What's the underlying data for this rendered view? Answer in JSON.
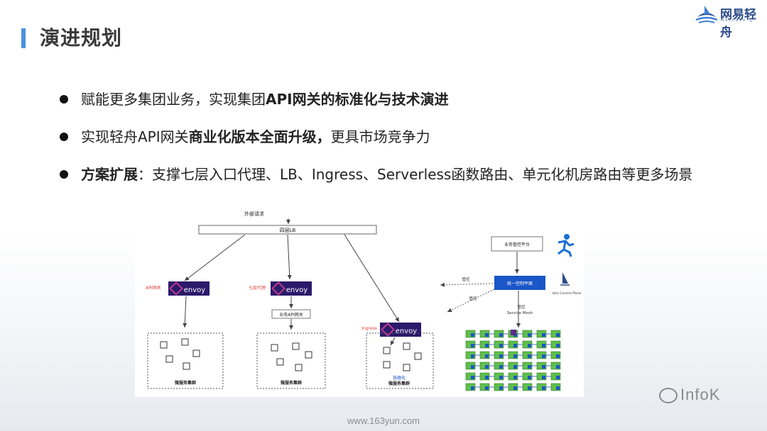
{
  "slide": {
    "title": "演进规划",
    "brand": {
      "name": "网易轻舟",
      "sub": "Netease Q"
    },
    "watermark": "InfoK",
    "footer_url": "www.163yun.com"
  },
  "bullets": [
    {
      "parts": [
        {
          "text": "赋能更多集团业务，实现集团",
          "bold": false
        },
        {
          "text": "API网关的标准化与技术演进",
          "bold": true
        }
      ]
    },
    {
      "parts": [
        {
          "text": "实现轻舟API网关",
          "bold": false
        },
        {
          "text": "商业化版本全面升级，",
          "bold": true
        },
        {
          "text": "更具市场竞争力",
          "bold": false
        }
      ]
    },
    {
      "parts": [
        {
          "text": "方案扩展",
          "bold": true
        },
        {
          "text": "：支撑七层入口代理、LB、Ingress、Serverless函数路由、单元化机房路由等更多场景",
          "bold": false
        }
      ]
    }
  ],
  "diagram": {
    "external_request": "外部请求",
    "lb": "四层LB",
    "envoy_text": "envoy",
    "left_tag": "API网关",
    "mid_tag": "七层代理",
    "right_tag": "Ingress",
    "biz_gateway": "业务API网关",
    "cluster_left": "微服务集群",
    "cluster_mid": "微服务集群",
    "cluster_right_line1": "容器化",
    "cluster_right_line2": "微服务集群",
    "colors": {
      "envoy_bg": "#2b1a6b",
      "envoy_icon": "#c03a8c",
      "tag_red": "#e23b3b",
      "blue_box": "#1a56c8"
    }
  },
  "mesh": {
    "platform": "业务管控平台",
    "control": "统一控制平面",
    "istio": "Istio Control Plane",
    "manage_left_1": "管控",
    "manage_left_2": "管控",
    "manage_down": "管控",
    "service_mesh": "Service Mesh"
  }
}
